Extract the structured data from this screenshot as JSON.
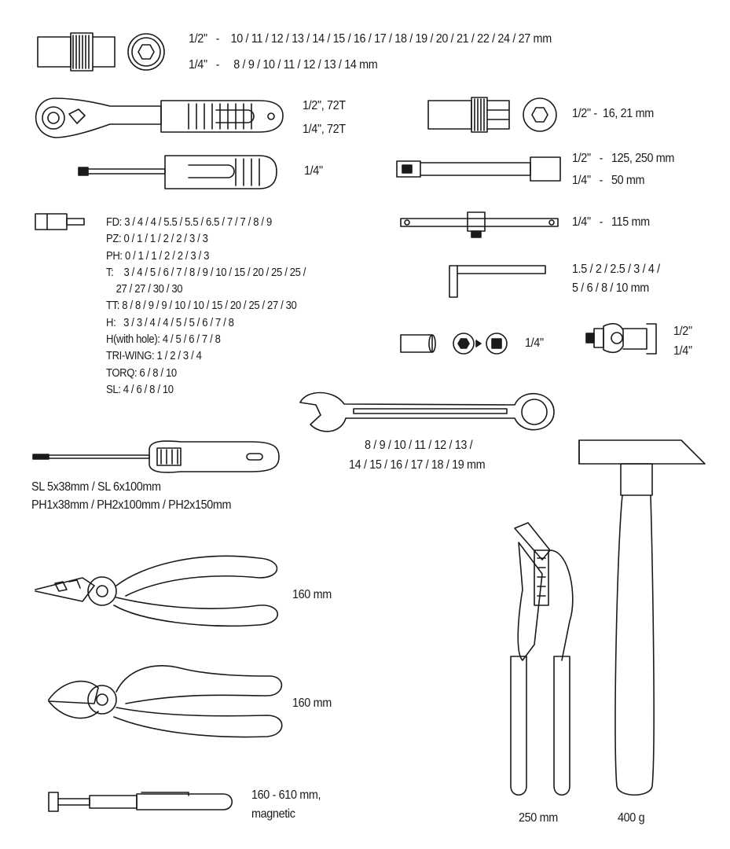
{
  "sockets": {
    "row1": "1/2\"   -    10 / 11 / 12 / 13 / 14 / 15 / 16 / 17 / 18 / 19 / 20 / 21 / 22 / 24 / 27 mm",
    "row2": "1/4\"   -     8 / 9 / 10 / 11 / 12 / 13 / 14 mm"
  },
  "ratchet": {
    "line1": "1/2\", 72T",
    "line2": "1/4\", 72T"
  },
  "bit_driver": {
    "label": "1/4\""
  },
  "deep_socket": {
    "label": "1/2\" -  16, 21 mm"
  },
  "extension": {
    "line1": "1/2\"   -   125, 250 mm",
    "line2": "1/4\"   -   50 mm"
  },
  "t_bar": {
    "label": "1/4\"   -   115 mm"
  },
  "hex_keys": {
    "line1": "1.5 / 2 / 2.5 / 3 / 4 /",
    "line2": "5 / 6 / 8 / 10 mm"
  },
  "adapter": {
    "label": "1/4\""
  },
  "universal_joint": {
    "line1": "1/2\"",
    "line2": "1/4\""
  },
  "bits": [
    "FD: 3 / 4 / 4 / 5.5 / 5.5 / 6.5 / 7 / 7 / 8 / 9",
    "PZ: 0 / 1 / 1 / 2 / 2 / 3 / 3",
    "PH: 0 / 1 / 1 / 2 / 2 / 3 / 3",
    "T:    3 / 4 / 5 / 6 / 7 / 8 / 9 / 10 / 15 / 20 / 25 / 25 /",
    "27 / 27 / 30 / 30",
    "TT: 8 / 8 / 9 / 9 / 10 / 10 / 15 / 20 / 25 / 27 / 30",
    "H:   3 / 3 / 4 / 4 / 5 / 5 / 6 / 7 / 8",
    "H(with hole): 4 / 5 / 6 / 7 / 8",
    "TRI-WING: 1 / 2 / 3 / 4",
    "TORQ: 6 / 8 / 10",
    "SL: 4 / 6 / 8 / 10"
  ],
  "wrench": {
    "line1": "8 / 9 / 10 / 11 / 12 / 13 /",
    "line2": "14 / 15 / 16 / 17 / 18 / 19 mm"
  },
  "screwdrivers": {
    "line1": "SL 5x38mm / SL 6x100mm",
    "line2": "PH1x38mm / PH2x100mm / PH2x150mm"
  },
  "combination_pliers": {
    "label": "160 mm"
  },
  "diagonal_cutters": {
    "label": "160 mm"
  },
  "pickup_tool": {
    "line1": "160 - 610 mm,",
    "line2": "magnetic"
  },
  "water_pump_pliers": {
    "label": "250 mm"
  },
  "hammer": {
    "label": "400 g"
  }
}
